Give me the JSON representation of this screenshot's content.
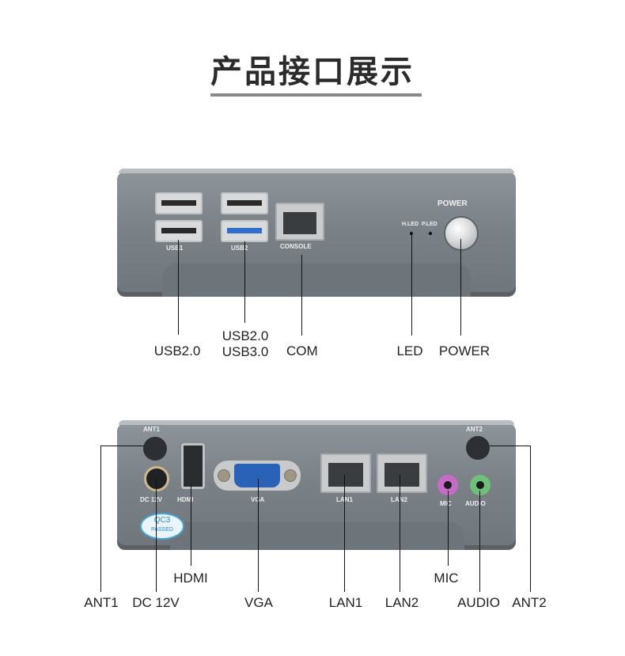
{
  "page": {
    "title": "产品接口展示"
  },
  "front_panel": {
    "labels": {
      "usb1": "USB1",
      "usb2": "USB2",
      "console": "CONSOLE",
      "hled": "H.LED",
      "pled": "P.LED",
      "power": "POWER"
    },
    "callouts": {
      "usb20": "USB2.0",
      "usb20_b": "USB2.0",
      "usb30": "USB3.0",
      "com": "COM",
      "led": "LED",
      "power": "POWER"
    }
  },
  "rear_panel": {
    "labels": {
      "ant1": "ANT1",
      "ant2": "ANT2",
      "dc": "DC 12V",
      "hdmi": "HDMI",
      "vga": "VGA",
      "lan1": "LAN1",
      "lan2": "LAN2",
      "mic": "MIC",
      "audio": "AUDIO",
      "qc_top": "QC3",
      "qc_bottom": "PASSED"
    },
    "callouts": {
      "hdmi": "HDMI",
      "mic": "MIC",
      "ant1": "ANT1",
      "dc": "DC 12V",
      "vga": "VGA",
      "lan1": "LAN1",
      "lan2": "LAN2",
      "audio": "AUDIO",
      "ant2": "ANT2"
    }
  },
  "colors": {
    "chassis": "#7a8187",
    "usb3_tongue": "#2f6fd0",
    "vga_port": "#2a62b8",
    "mic_jack": "#c86bc8",
    "audio_jack": "#6fbf7a"
  }
}
